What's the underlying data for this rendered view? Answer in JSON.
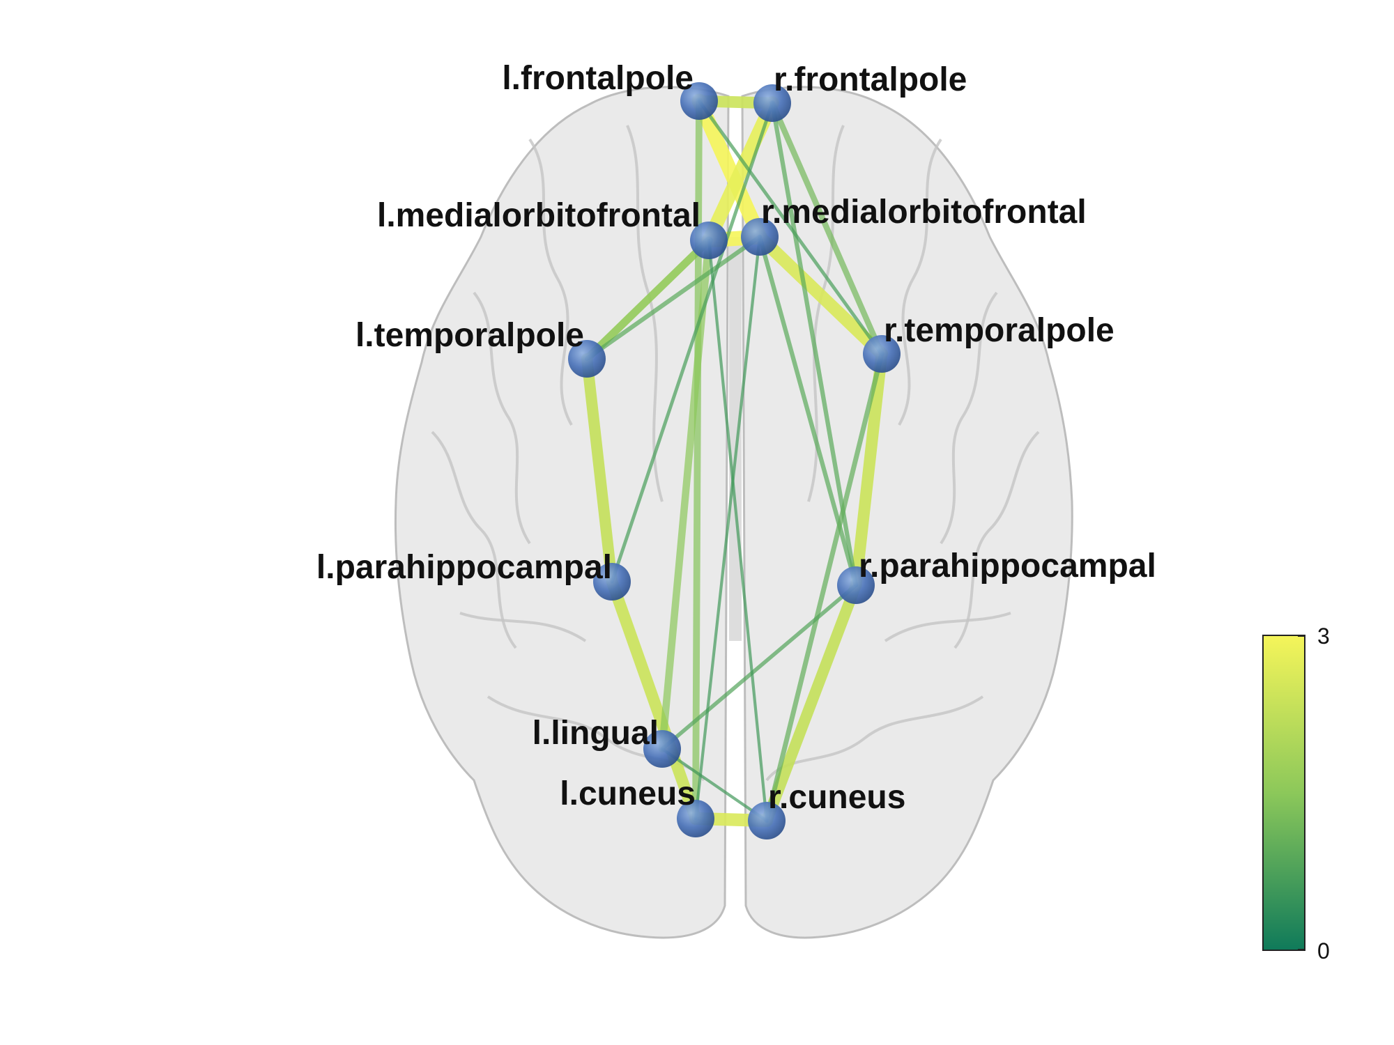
{
  "colorbar": {
    "max_label": "3",
    "min_label": "0",
    "range": [
      0,
      3
    ],
    "color_high": "#f5f55a",
    "color_mid": "#8cc85a",
    "color_low": "#0f7a5a"
  },
  "node_color": "#4a72b8",
  "nodes": [
    {
      "id": "lfp",
      "label": "l.frontalpole"
    },
    {
      "id": "rfp",
      "label": "r.frontalpole"
    },
    {
      "id": "lmof",
      "label": "l.medialorbitofrontal"
    },
    {
      "id": "rmof",
      "label": "r.medialorbitofrontal"
    },
    {
      "id": "ltp",
      "label": "l.temporalpole"
    },
    {
      "id": "rtp",
      "label": "r.temporalpole"
    },
    {
      "id": "lph",
      "label": "l.parahippocampal"
    },
    {
      "id": "rph",
      "label": "r.parahippocampal"
    },
    {
      "id": "lli",
      "label": "l.lingual"
    },
    {
      "id": "lcu",
      "label": "l.cuneus"
    },
    {
      "id": "rcu",
      "label": "r.cuneus"
    }
  ],
  "edges": [
    {
      "source": "lfp",
      "target": "rfp",
      "weight": 2.4
    },
    {
      "source": "lfp",
      "target": "rmof",
      "weight": 3.0
    },
    {
      "source": "rfp",
      "target": "lmof",
      "weight": 2.8
    },
    {
      "source": "lmof",
      "target": "rmof",
      "weight": 3.0
    },
    {
      "source": "lcu",
      "target": "rcu",
      "weight": 2.6
    },
    {
      "source": "lmof",
      "target": "ltp",
      "weight": 1.6
    },
    {
      "source": "rmof",
      "target": "rtp",
      "weight": 2.6
    },
    {
      "source": "ltp",
      "target": "lph",
      "weight": 2.3
    },
    {
      "source": "rtp",
      "target": "rph",
      "weight": 2.4
    },
    {
      "source": "lph",
      "target": "lcu",
      "weight": 2.4
    },
    {
      "source": "rph",
      "target": "rcu",
      "weight": 2.3
    },
    {
      "source": "lfp",
      "target": "lcu",
      "weight": 1.4
    },
    {
      "source": "lmof",
      "target": "lli",
      "weight": 1.5
    },
    {
      "source": "rfp",
      "target": "rtp",
      "weight": 1.2
    },
    {
      "source": "rfp",
      "target": "rph",
      "weight": 0.9
    },
    {
      "source": "rmof",
      "target": "rph",
      "weight": 0.9
    },
    {
      "source": "rtp",
      "target": "rcu",
      "weight": 1.0
    },
    {
      "source": "ltp",
      "target": "rmof",
      "weight": 0.9
    },
    {
      "source": "rph",
      "target": "lli",
      "weight": 0.8
    },
    {
      "source": "rfp",
      "target": "lph",
      "weight": 0.7
    },
    {
      "source": "lmof",
      "target": "rcu",
      "weight": 0.6
    },
    {
      "source": "rmof",
      "target": "lcu",
      "weight": 0.6
    },
    {
      "source": "lfp",
      "target": "rtp",
      "weight": 0.7
    },
    {
      "source": "lli",
      "target": "rcu",
      "weight": 0.6
    }
  ]
}
